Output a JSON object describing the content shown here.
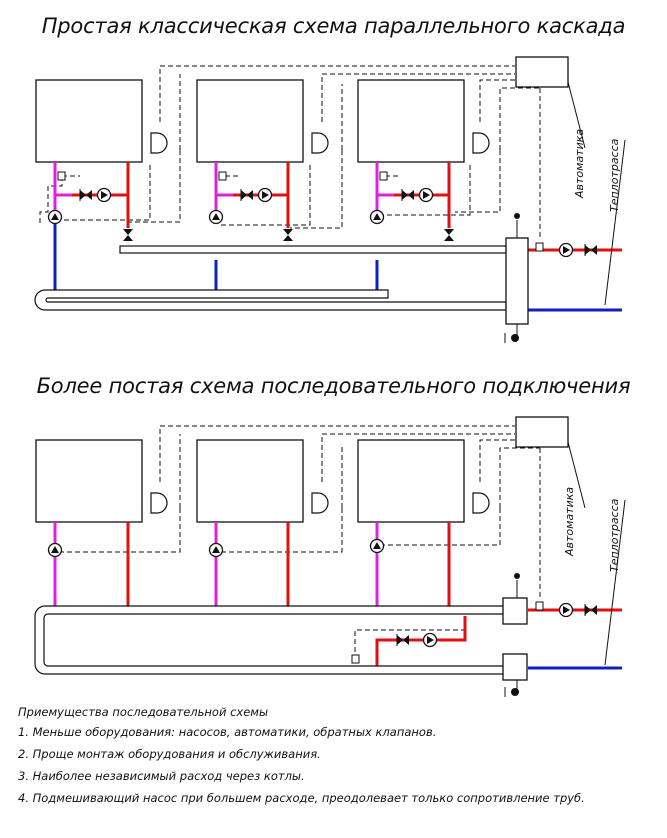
{
  "titles": {
    "top": "Простая классическая схема параллельного каскада",
    "bottom": "Более постая схема последовательного подключения"
  },
  "labels": {
    "automation": "Автоматика",
    "heating_main": "Теплотрасса"
  },
  "notes": {
    "heading": "Приемущества последовательной схемы",
    "items": [
      "1. Меньше оборудования: насосов, автоматики, обратных клапанов.",
      "2. Проще монтаж оборудования и обслуживания.",
      "3. Наиболее независимый расход через котлы.",
      "4. Подмешивающий насос при большем расходе, преодолевает только сопротивление труб."
    ]
  },
  "colors": {
    "supply": "#e01010",
    "return": "#1020c0",
    "boiler_return": "#e020e0",
    "line": "#111111"
  }
}
